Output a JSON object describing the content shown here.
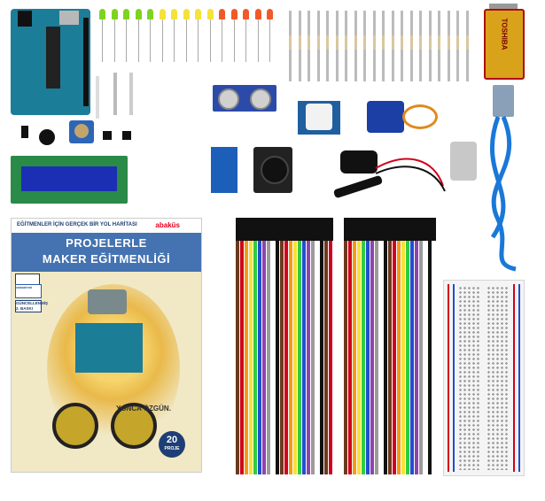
{
  "book": {
    "top_line": "EĞİTMENLER İÇİN GERÇEK BİR YOL HARİTASI",
    "brand": "abaküs",
    "title_line1": "PROJELERLE",
    "title_line2": "MAKER EĞİTMENLİĞİ",
    "side_label1": "EĞİTİM VİDEOLARI",
    "side_label2": "vakademi",
    "edition_line1": "GÜNCELLENMİŞ",
    "edition_line2": "2. BASKI",
    "author": "YONCA ÖZGÜN.",
    "badge_number": "20",
    "badge_word": "PROJE"
  },
  "battery": {
    "label": "TOSHIBA"
  },
  "colors": {
    "led_green": "#7ed321",
    "led_yellow": "#f5e23a",
    "led_red": "#f05a28",
    "book_band": "#4573b1",
    "arduino": "#1c7d98"
  },
  "icons": [
    "arduino-board",
    "led",
    "resistor",
    "battery-9v",
    "ultrasonic-sensor",
    "pir-sensor",
    "servo-motor",
    "potentiometer",
    "buzzer",
    "lcd-display",
    "joystick",
    "battery-clip",
    "dc-motor",
    "usb-cable",
    "jumper-wires",
    "breadboard"
  ]
}
